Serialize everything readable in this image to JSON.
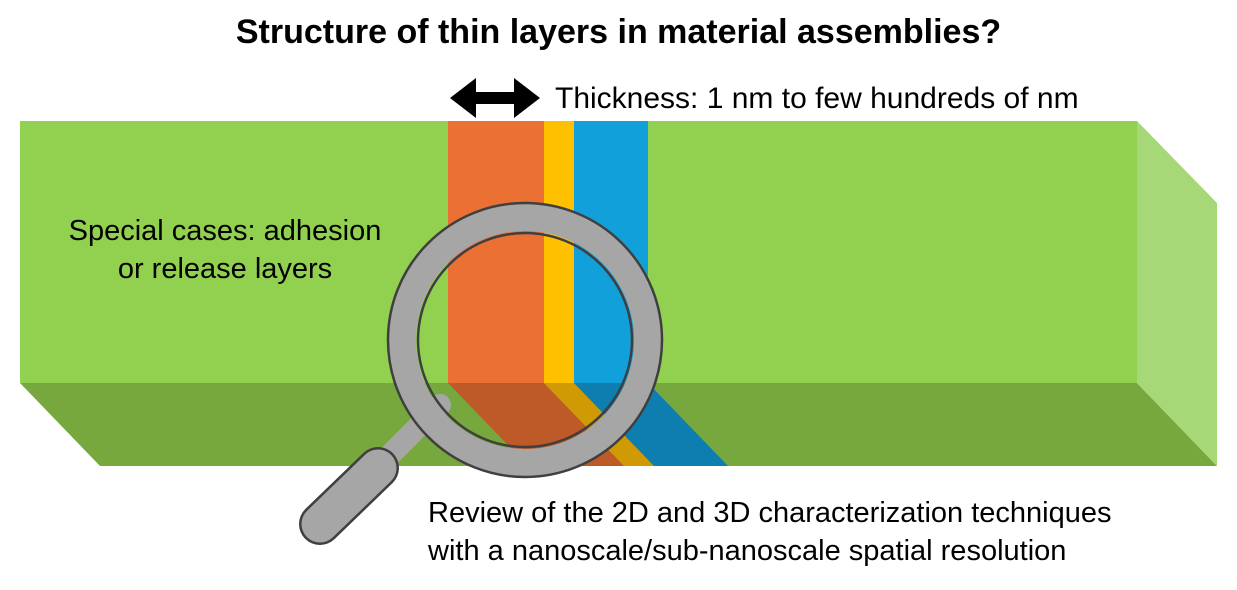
{
  "title": "Structure of thin layers in material assemblies?",
  "thickness_label": "Thickness: 1 nm to few hundreds of nm",
  "special_cases": {
    "line1": "Special cases: adhesion",
    "line2": "or release layers"
  },
  "review": {
    "line1": "Review of the 2D and 3D characterization techniques",
    "line2": "with a nanoscale/sub-nanoscale spatial resolution"
  },
  "colors": {
    "substrate_front": "#92d050",
    "substrate_bottom": "#76a83e",
    "substrate_side": "#a6d878",
    "layer_orange": "#ea7133",
    "layer_orange_bottom": "#bd5a28",
    "layer_yellow": "#ffc000",
    "layer_yellow_bottom": "#d09a05",
    "layer_blue": "#12a0da",
    "layer_blue_bottom": "#0e7db0",
    "magnifier": "#a6a6a6",
    "outline": "#3f3f3f",
    "arrow": "#000000"
  }
}
